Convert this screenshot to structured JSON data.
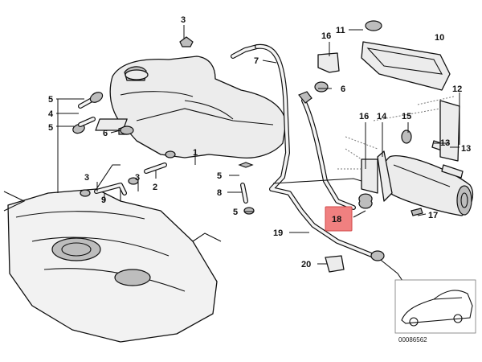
{
  "diagram": {
    "highlight_color": "#f08080",
    "highlighted_part": "18",
    "reference_number": "00086562",
    "callouts": {
      "c1": "1",
      "c2": "2",
      "c3a": "3",
      "c3b": "3",
      "c3c": "3",
      "c4": "4",
      "c5a": "5",
      "c5b": "5",
      "c5c": "5",
      "c5d": "5",
      "c6a": "6",
      "c6b": "6",
      "c7": "7",
      "c8": "8",
      "c9": "9",
      "c10": "10",
      "c11": "11",
      "c12": "12",
      "c13a": "13",
      "c13b": "13",
      "c14": "14",
      "c15": "15",
      "c16a": "16",
      "c16b": "16",
      "c17": "17",
      "c18": "18",
      "c19": "19",
      "c20": "20"
    }
  }
}
